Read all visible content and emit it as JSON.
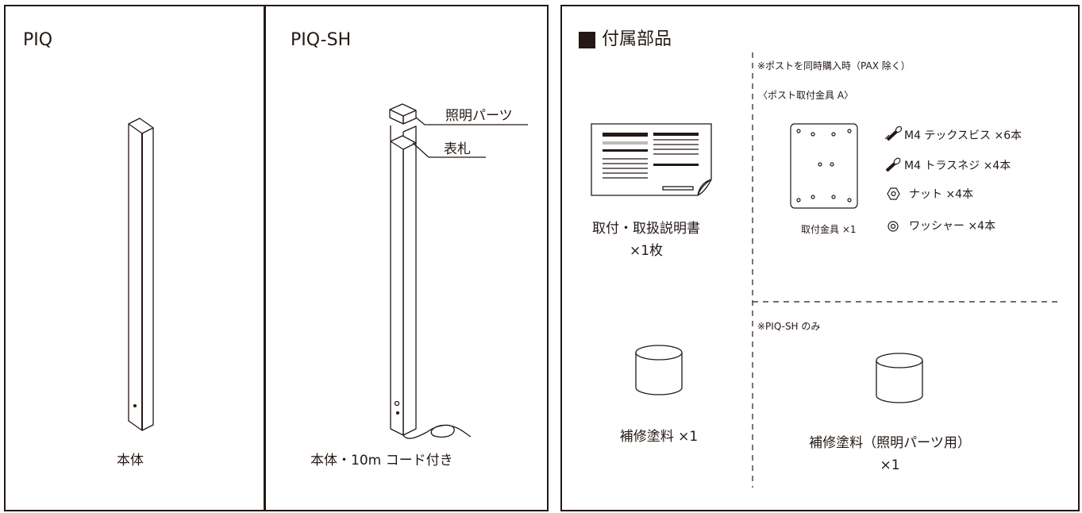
{
  "panels": {
    "piq": {
      "title": "PIQ",
      "caption": "本体"
    },
    "piq_sh": {
      "title": "PIQ-SH",
      "label_light": "照明パーツ",
      "label_nameplate": "表札",
      "caption": "本体・10m コード付き"
    },
    "accessories": {
      "heading": "付属部品",
      "manual_line1": "取付・取扱説明書",
      "manual_line2": "×1枚",
      "note_post": "※ポストを同時購入時（PAX 除く）",
      "bracket_group": "〈ポスト取付金具 A〉",
      "bracket_caption": "取付金具 ×1",
      "parts": [
        {
          "icon": "tek-screw-icon",
          "label": "M4 テックスビス ×6本"
        },
        {
          "icon": "truss-screw-icon",
          "label": "M4 トラスネジ ×4本"
        },
        {
          "icon": "nut-icon",
          "label": "ナット ×4本"
        },
        {
          "icon": "washer-icon",
          "label": "ワッシャー ×4本"
        }
      ],
      "paint_caption": "補修塗料 ×1",
      "note_piqsh": "※PIQ-SH のみ",
      "paint_light_line1": "補修塗料（照明パーツ用）",
      "paint_light_line2": "×1"
    }
  }
}
